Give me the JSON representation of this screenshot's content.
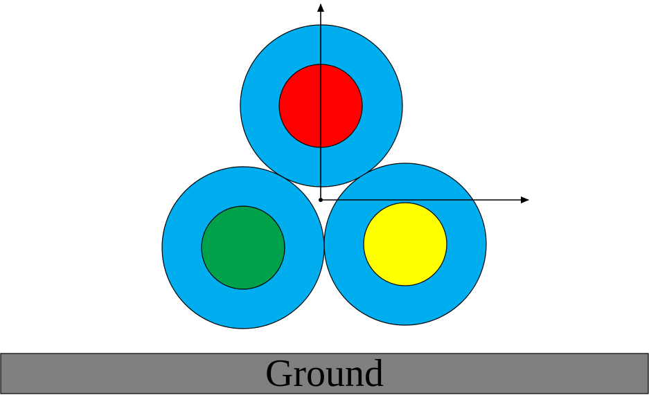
{
  "colors": {
    "insulation": "#00AEEF",
    "conductor_top": "#FF0000",
    "conductor_left": "#00A14B",
    "conductor_right": "#FFFF00",
    "ground_fill": "#808080",
    "outline": "#000000"
  },
  "ground": {
    "label": "Ground"
  },
  "cables": [
    {
      "name": "top-cable",
      "conductor_color": "red"
    },
    {
      "name": "bottom-left-cable",
      "conductor_color": "green"
    },
    {
      "name": "bottom-right-cable",
      "conductor_color": "yellow"
    }
  ],
  "axes": {
    "vertical": "up-arrow",
    "horizontal": "right-arrow"
  }
}
